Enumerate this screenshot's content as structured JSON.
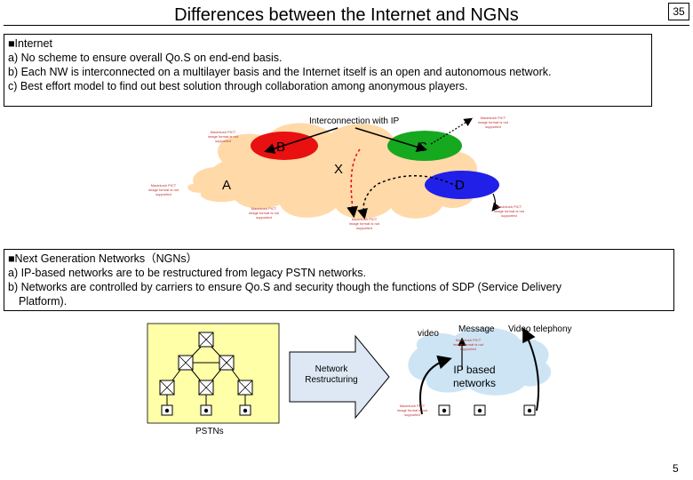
{
  "slide": {
    "title": "Differences between the Internet and NGNs",
    "slide_number": "35",
    "page_number": "5"
  },
  "internet": {
    "heading": "■Internet",
    "points": [
      "a) No scheme to ensure overall Qo.S on end-end basis.",
      "b) Each NW is interconnected on a multilayer basis and the Internet itself is an open and autonomous network.",
      "c) Best effort model to find out best solution through collaboration among anonymous players."
    ]
  },
  "internet_diagram": {
    "interconnection_label": "Interconnection with IP",
    "network_labels": [
      "A",
      "B",
      "C",
      "D",
      "X"
    ],
    "placeholder_text": "Macintosh PICT image format is not supported",
    "colors": {
      "peach": "#ffd9a8",
      "red": "#e81010",
      "green": "#16a81f",
      "blue": "#2020e8"
    }
  },
  "ngn": {
    "heading": "■Next Generation Networks（NGNs）",
    "points": [
      "a) IP-based networks are to be restructured from legacy PSTN networks.",
      "b) Networks are controlled by carriers to ensure  Qo.S and security though the functions of SDP (Service Delivery",
      "Platform)."
    ]
  },
  "ngn_diagram": {
    "pstn_label": "PSTNs",
    "arrow_label": "Network Restructuring",
    "services": [
      "video",
      "Message",
      "Video telephony"
    ],
    "ip_networks_label": "IP based networks",
    "colors": {
      "pstn_fill": "#ffffa8",
      "arrow_fill": "#dde8f4",
      "cloud": "#cde4f4"
    }
  }
}
